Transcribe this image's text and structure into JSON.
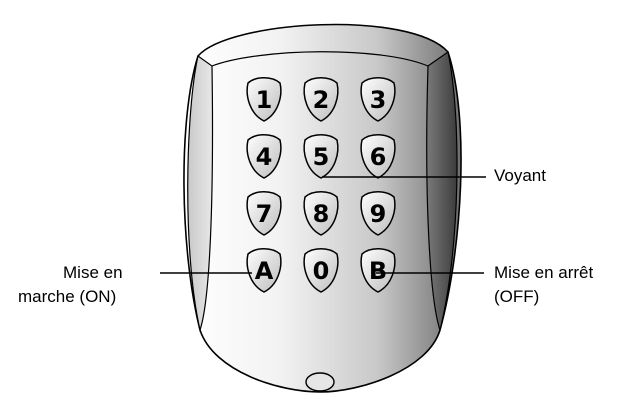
{
  "keypad": {
    "keys": [
      "1",
      "2",
      "3",
      "4",
      "5",
      "6",
      "7",
      "8",
      "9",
      "A",
      "0",
      "B"
    ]
  },
  "labels": {
    "indicator": "Voyant",
    "on_line1": "Mise en",
    "on_line2": "marche (ON)",
    "off_line1": "Mise en arrêt",
    "off_line2": "(OFF)"
  },
  "colors": {
    "line": "#000000",
    "body_light": "#f7f7f7",
    "body_dark": "#6e6e6e"
  }
}
